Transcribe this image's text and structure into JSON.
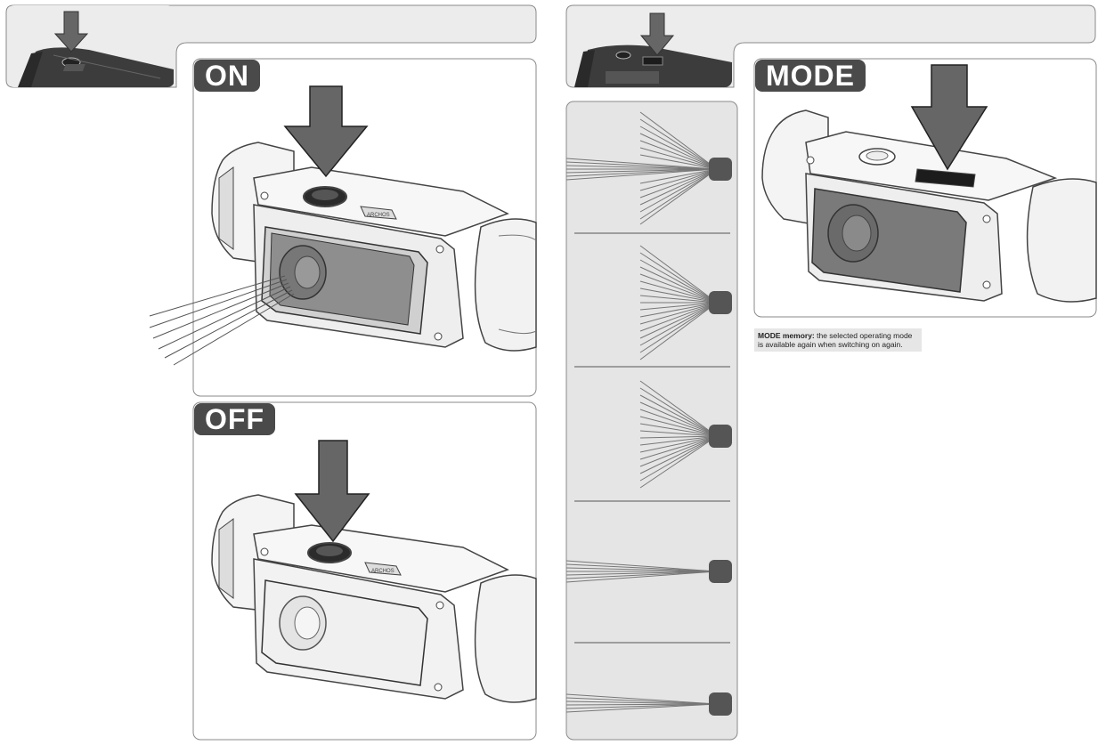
{
  "left_panel": {
    "on_label": "ON",
    "off_label": "OFF"
  },
  "right_panel": {
    "mode_label": "MODE",
    "note_title": "MODE memory:",
    "note_text": " the selected operating mode is available again when switching on again."
  },
  "device_label": "ARCHOS",
  "beam_modes": [
    {
      "beam": "wide-plus-spot"
    },
    {
      "beam": "wide-flood"
    },
    {
      "beam": "medium-flood"
    },
    {
      "beam": "spot"
    },
    {
      "beam": "narrow-spot"
    }
  ],
  "colors": {
    "badge_bg": "#4a4a4a",
    "panel_gray": "#e5e5e5",
    "arrow_gray": "#5a5a5a",
    "note_bg": "#e6e6e6"
  }
}
